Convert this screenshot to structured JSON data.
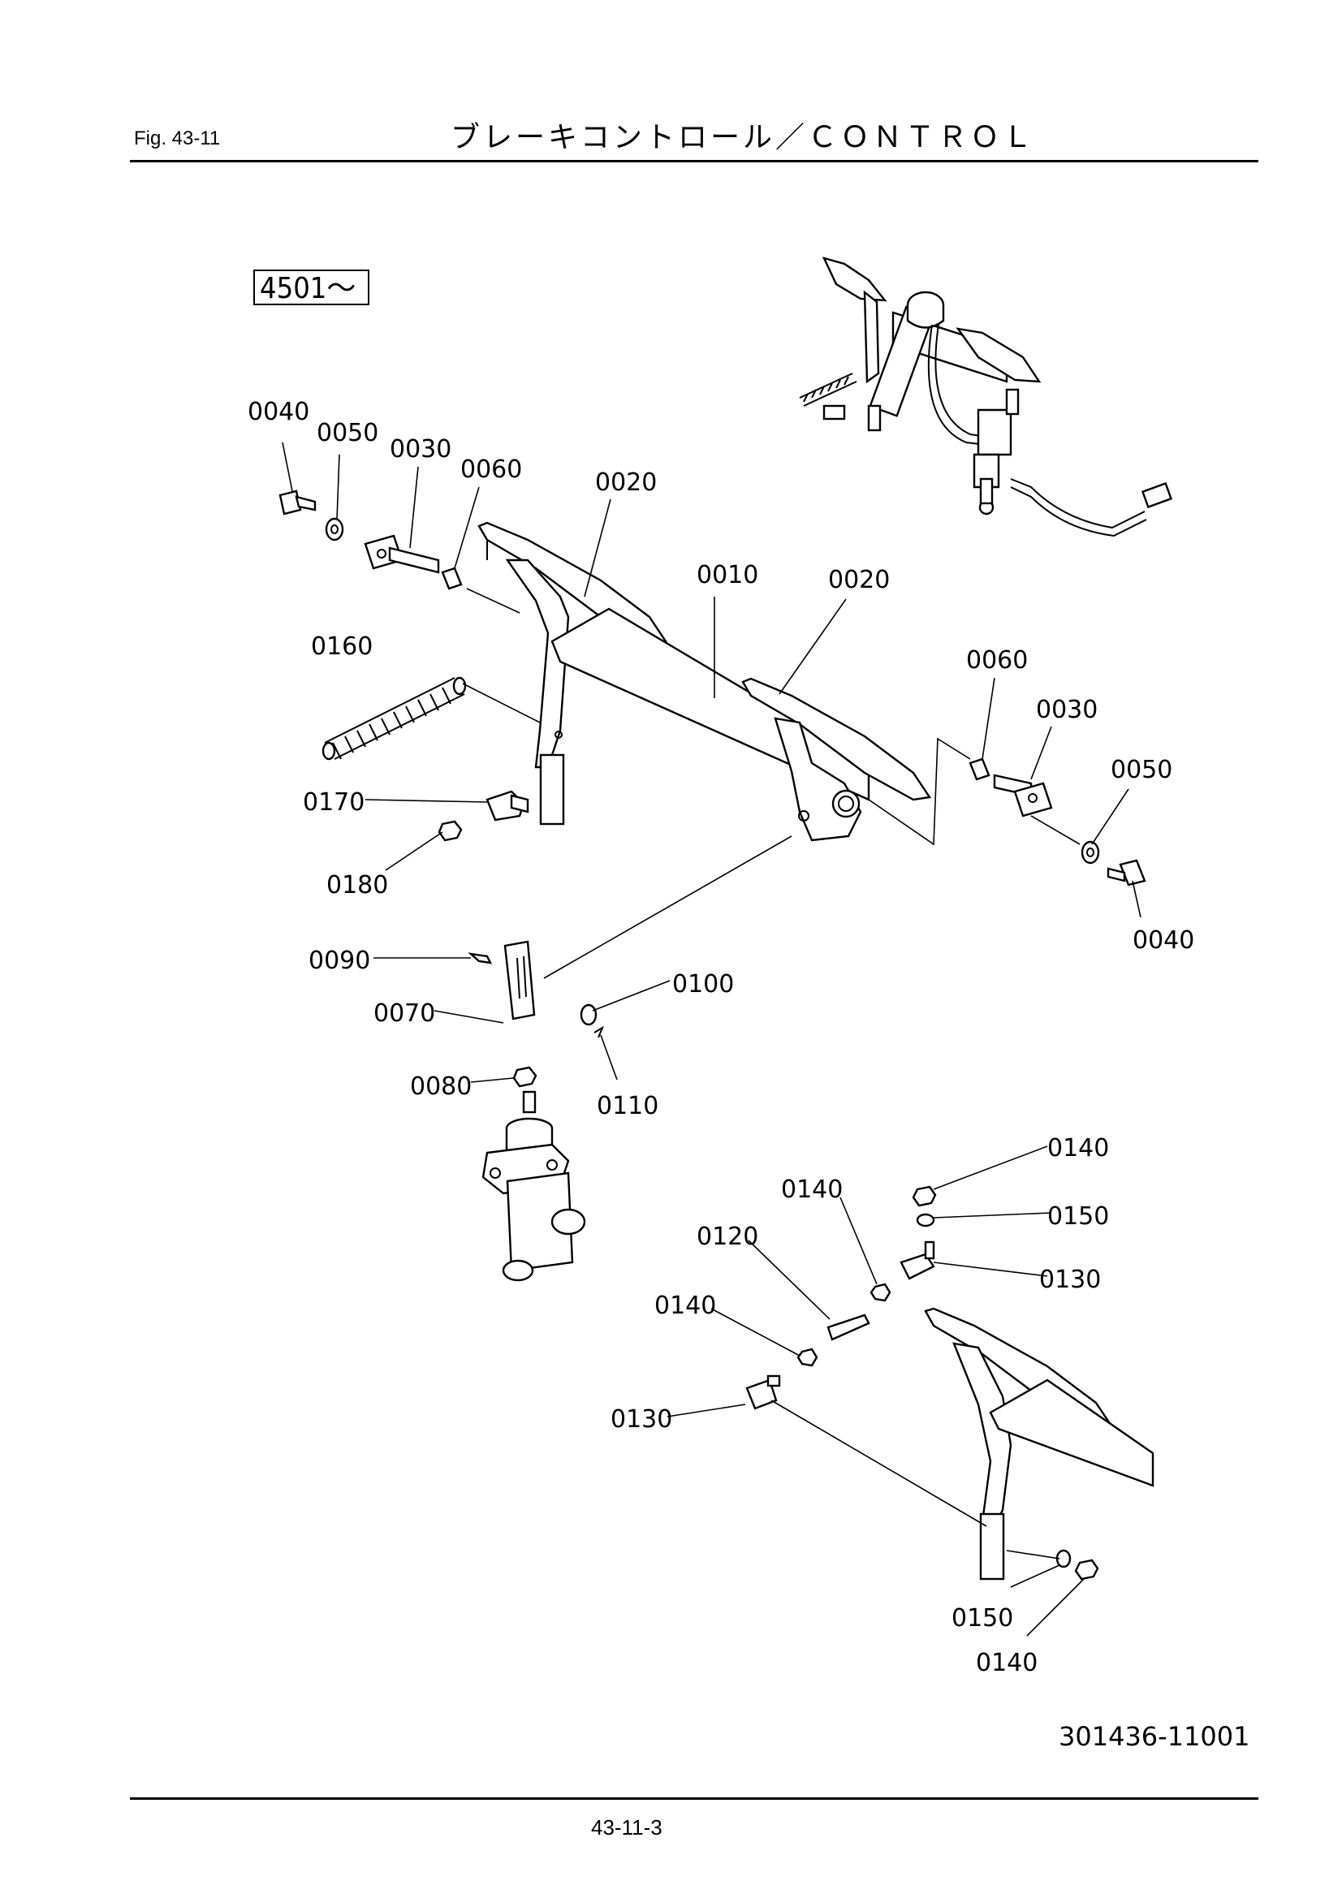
{
  "header": {
    "fig_label": "Fig.  43-11",
    "title": "ブレーキコントロール／ＣＯＮＴＲＯＬ"
  },
  "serial_range": "4501〜",
  "part_labels": {
    "p0040a": "0040",
    "p0050a": "0050",
    "p0030a": "0030",
    "p0060a": "0060",
    "p0020a": "0020",
    "p0010": "0010",
    "p0020b": "0020",
    "p0160": "0160",
    "p0060b": "0060",
    "p0030b": "0030",
    "p0050b": "0050",
    "p0170": "0170",
    "p0180": "0180",
    "p0040b": "0040",
    "p0090": "0090",
    "p0100": "0100",
    "p0070": "0070",
    "p0080": "0080",
    "p0110": "0110",
    "p0140a": "0140",
    "p0140b": "0140",
    "p0150a": "0150",
    "p0120": "0120",
    "p0130a": "0130",
    "p0140c": "0140",
    "p0130b": "0130",
    "p0150b": "0150",
    "p0140d": "0140"
  },
  "drawing_code": "301436-11001",
  "page_number": "43-11-3"
}
